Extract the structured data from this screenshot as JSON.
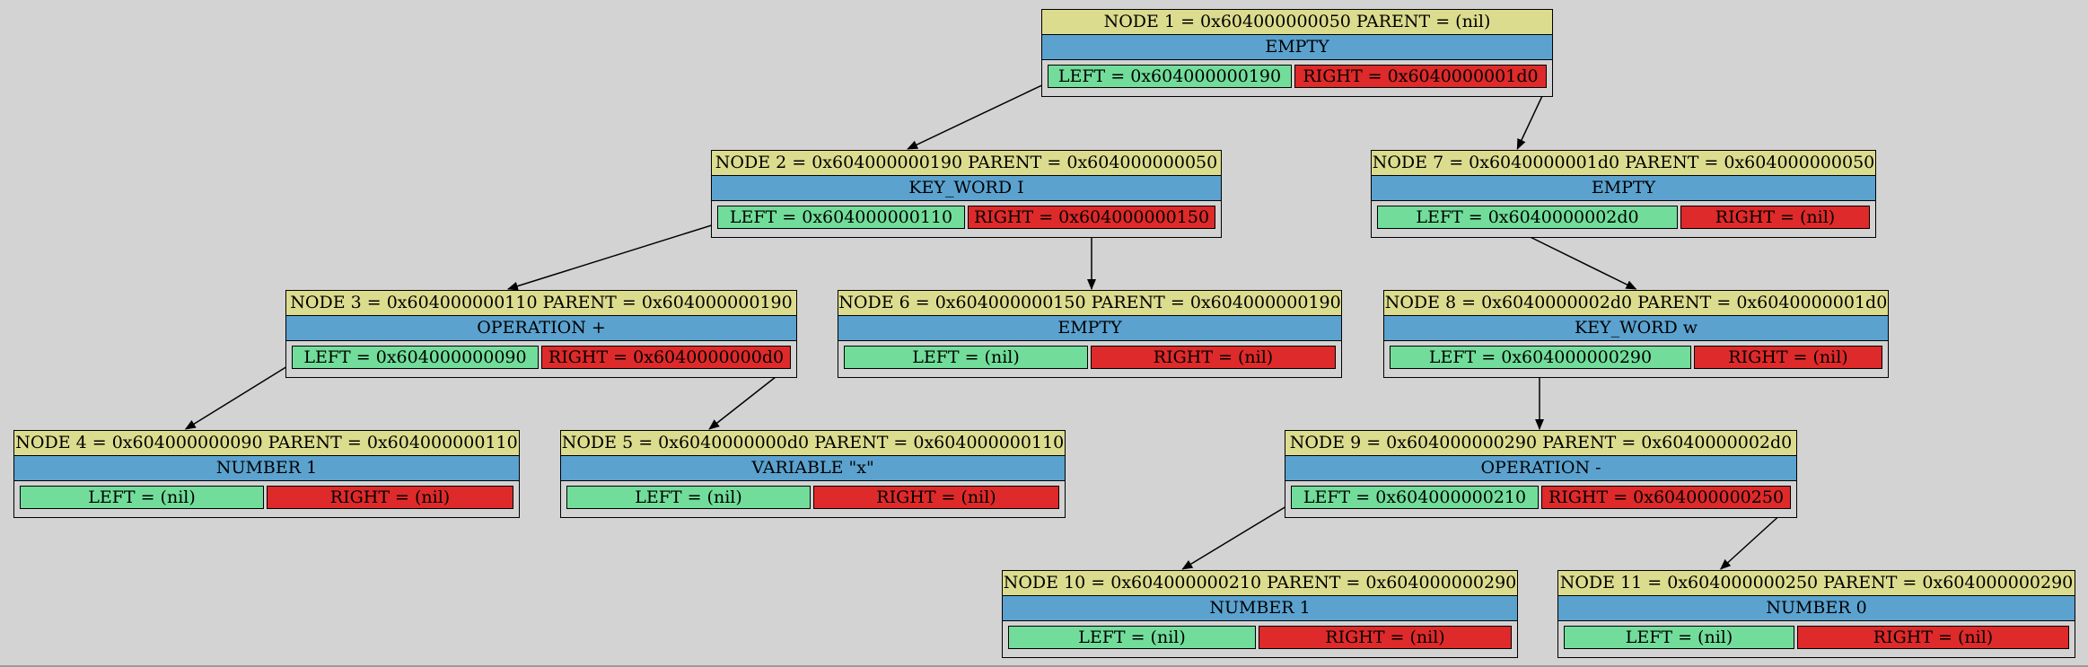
{
  "colors": {
    "background": "#d3d3d3",
    "title_row": "#dcdc8f",
    "type_row": "#5ba2cf",
    "left_ptr": "#72dd9a",
    "right_ptr": "#de2a2a",
    "edge": "#000000"
  },
  "nodes": [
    {
      "id": 1,
      "title": "NODE 1 = 0x604000000050 PARENT = (nil)",
      "type": "EMPTY",
      "left": "LEFT = 0x604000000190",
      "right": "RIGHT = 0x6040000001d0"
    },
    {
      "id": 2,
      "title": "NODE 2 = 0x604000000190 PARENT = 0x604000000050",
      "type": "KEY_WORD I",
      "left": "LEFT = 0x604000000110",
      "right": "RIGHT = 0x604000000150"
    },
    {
      "id": 3,
      "title": "NODE 3 = 0x604000000110 PARENT = 0x604000000190",
      "type": "OPERATION +",
      "left": "LEFT = 0x604000000090",
      "right": "RIGHT = 0x6040000000d0"
    },
    {
      "id": 4,
      "title": "NODE 4 = 0x604000000090 PARENT = 0x604000000110",
      "type": "NUMBER 1",
      "left": "LEFT = (nil)",
      "right": "RIGHT = (nil)"
    },
    {
      "id": 5,
      "title": "NODE 5 = 0x6040000000d0 PARENT = 0x604000000110",
      "type": "VARIABLE \"x\"",
      "left": "LEFT = (nil)",
      "right": "RIGHT = (nil)"
    },
    {
      "id": 6,
      "title": "NODE 6 = 0x604000000150 PARENT = 0x604000000190",
      "type": "EMPTY",
      "left": "LEFT = (nil)",
      "right": "RIGHT = (nil)"
    },
    {
      "id": 7,
      "title": "NODE 7 = 0x6040000001d0 PARENT = 0x604000000050",
      "type": "EMPTY",
      "left": "LEFT = 0x6040000002d0",
      "right": "RIGHT = (nil)"
    },
    {
      "id": 8,
      "title": "NODE 8 = 0x6040000002d0 PARENT = 0x6040000001d0",
      "type": "KEY_WORD w",
      "left": "LEFT = 0x604000000290",
      "right": "RIGHT = (nil)"
    },
    {
      "id": 9,
      "title": "NODE 9 = 0x604000000290 PARENT = 0x6040000002d0",
      "type": "OPERATION -",
      "left": "LEFT = 0x604000000210",
      "right": "RIGHT = 0x604000000250"
    },
    {
      "id": 10,
      "title": "NODE 10 = 0x604000000210 PARENT = 0x604000000290",
      "type": "NUMBER 1",
      "left": "LEFT = (nil)",
      "right": "RIGHT = (nil)"
    },
    {
      "id": 11,
      "title": "NODE 11 = 0x604000000250 PARENT = 0x604000000290",
      "type": "NUMBER 0",
      "left": "LEFT = (nil)",
      "right": "RIGHT = (nil)"
    }
  ],
  "edges": [
    {
      "from": 1,
      "to": 2,
      "port": "left"
    },
    {
      "from": 1,
      "to": 7,
      "port": "right"
    },
    {
      "from": 2,
      "to": 3,
      "port": "left"
    },
    {
      "from": 2,
      "to": 6,
      "port": "right"
    },
    {
      "from": 3,
      "to": 4,
      "port": "left"
    },
    {
      "from": 3,
      "to": 5,
      "port": "right"
    },
    {
      "from": 7,
      "to": 8,
      "port": "left"
    },
    {
      "from": 8,
      "to": 9,
      "port": "left"
    },
    {
      "from": 9,
      "to": 10,
      "port": "left"
    },
    {
      "from": 9,
      "to": 11,
      "port": "right"
    }
  ]
}
